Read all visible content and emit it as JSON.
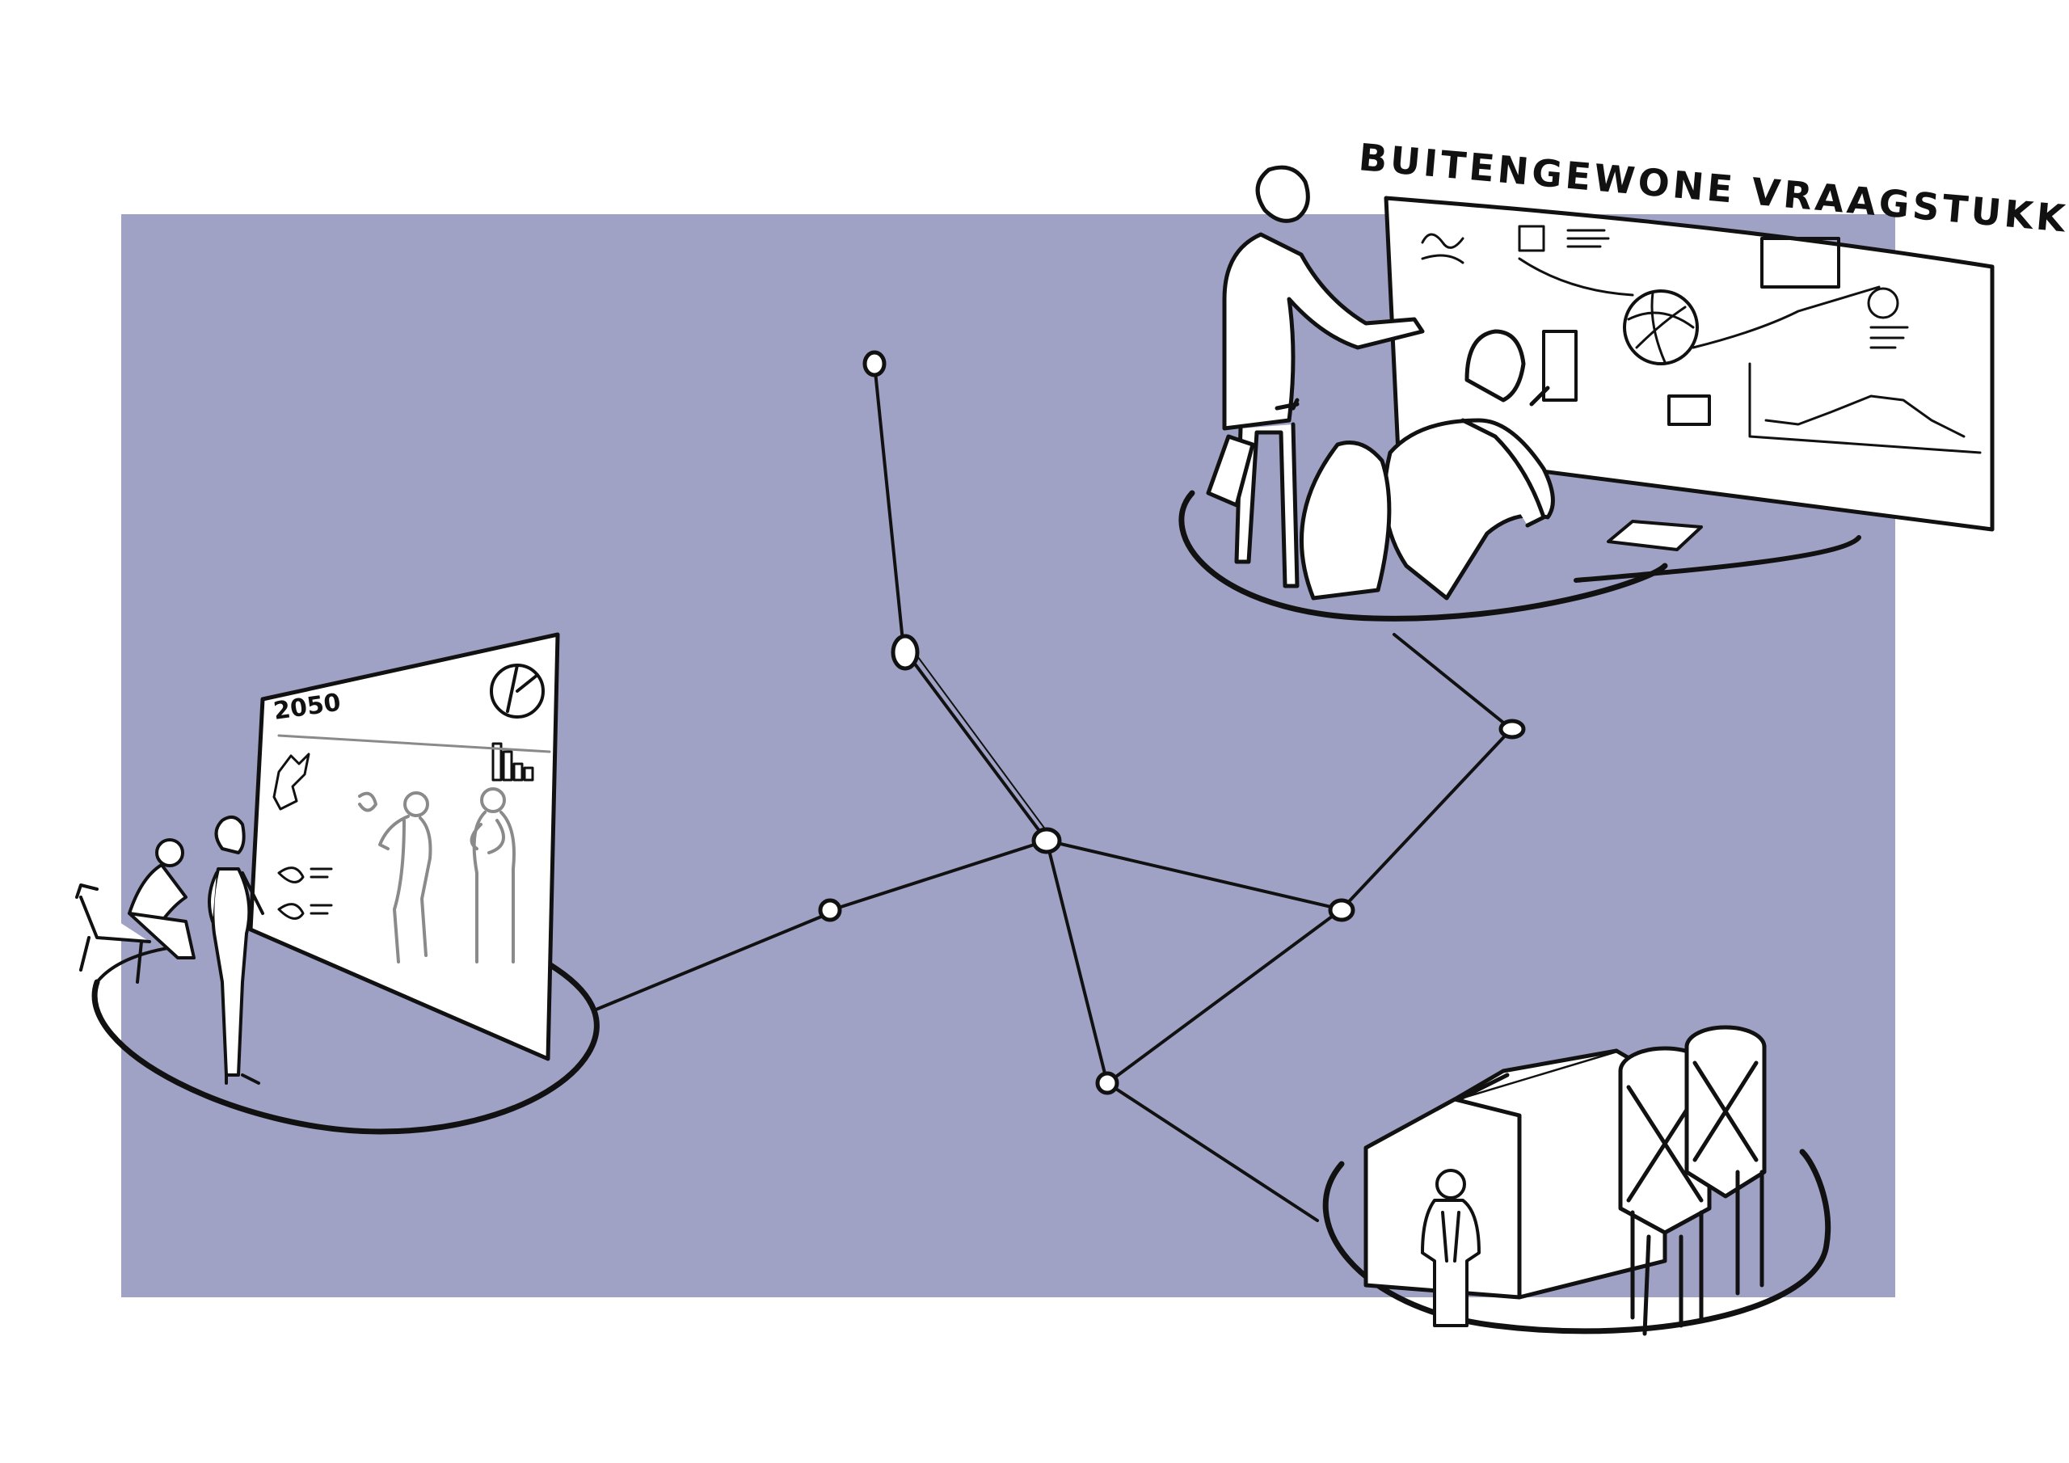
{
  "colors": {
    "background_panel": "#9fa2c4",
    "ink": "#111111",
    "paper": "#ffffff",
    "faded_ink": "#8a8a8a"
  },
  "header": {
    "title": "BUITENGEWONE VRAAGSTUKKEN"
  },
  "left_scene": {
    "screen_year": "2050"
  },
  "network": {
    "node_count": 7,
    "hub_count": 3
  }
}
